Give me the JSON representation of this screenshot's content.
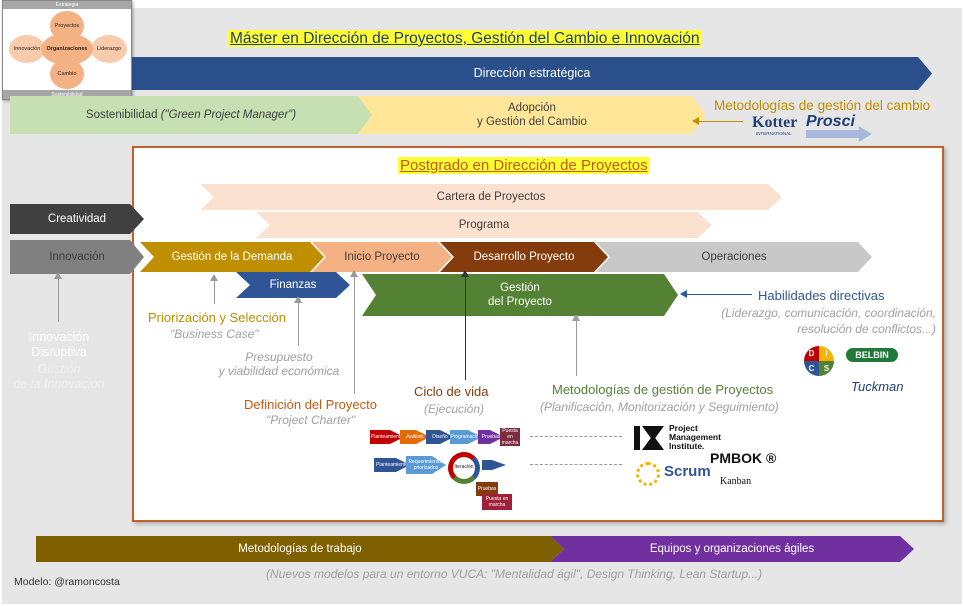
{
  "title": "Máster en Dirección de Proyectos, Gestión del Cambio e Innovación",
  "thumbnail": {
    "top": "Estrategia",
    "bottom": "Sostenibilidad",
    "center": "Organizaciones",
    "nodes": [
      "Proyectos",
      "Innovación",
      "Liderazgo",
      "Cambio"
    ]
  },
  "outer": {
    "direccion_estrategica": "Dirección estratégica",
    "sostenibilidad": "Sostenibilidad",
    "sostenibilidad_italic": "(\"Green Project Manager\")",
    "adopcion": "Adopción\ny Gestión del Cambio",
    "metodologias_cambio": "Metodologías de gestión del cambio",
    "kotter": "Kotter",
    "kotter_sub": "INTERNATIONAL",
    "prosci": "Prosci"
  },
  "postgrado": {
    "title": "Postgrado en Dirección de Proyectos",
    "cartera": "Cartera de Proyectos",
    "programa": "Programa",
    "creatividad": "Creatividad",
    "innovacion": "Innovación",
    "gestion_demanda": "Gestión de la Demanda",
    "inicio_proyecto": "Inicio Proyecto",
    "desarrollo_proyecto": "Desarrollo Proyecto",
    "operaciones": "Operaciones",
    "finanzas": "Finanzas",
    "gestion_proyecto": "Gestión\ndel Proyecto",
    "innovacion_disruptiva": "Innovación\nDisruptiva",
    "gestion_innovacion": "Gestión\nde la Innovación",
    "priorizacion": "Priorización y Selección",
    "business_case": "\"Business Case\"",
    "presupuesto": "Presupuesto\ny viabilidad económica",
    "definicion": "Definición del Proyecto",
    "project_charter": "\"Project Charter\"",
    "ciclo_vida": "Ciclo de vida",
    "ejecucion": "(Ejecución)",
    "metodologias_proyectos": "Metodologías de gestión de Proyectos",
    "planificacion": "(Planificación, Monitorización y Seguimiento)",
    "habilidades": "Habilidades directivas",
    "habilidades_detalle": "(Liderazgo, comunicación, coordinación,\nresolución de conflictos...)",
    "belbin": "BELBIN",
    "tuckman": "Tuckman",
    "disc": [
      "D",
      "I",
      "C",
      "S"
    ],
    "pmi": "Project\nManagement\nInstitute.",
    "pmbok": "PMBOK ®",
    "scrum": "Scrum",
    "kanban": "Kanban",
    "iteracion": "Iteración",
    "ciclo_steps_1": [
      "Planteamiento",
      "Análisis",
      "Diseño",
      "Programación",
      "Pruebas",
      "Puesta en marcha"
    ],
    "ciclo_steps_2": [
      "Planteamiento",
      "Requerimientos priorizados"
    ],
    "ciclo_steps_3": [
      "Pruebas",
      "Puesta en marcha"
    ]
  },
  "bottom": {
    "metodologias_trabajo": "Metodologías de trabajo",
    "equipos": "Equipos y organizaciones ágiles",
    "nuevos_modelos": "(Nuevos modelos para un entorno VUCA: \"Mentalidad ágil\", Design Thinking, Lean Startup...)",
    "modelo": "Modelo: @ramoncosta"
  },
  "colors": {
    "navy": "#2b4f8a",
    "green_light": "#c6e0b4",
    "yellow_light": "#ffe699",
    "peach_light": "#fbe1d0",
    "dark_gray": "#404040",
    "mid_gray": "#808080",
    "light_gray": "#c8c8c8",
    "gold": "#bf8f00",
    "salmon": "#f4b183",
    "brown": "#843c0c",
    "blue": "#2f5597",
    "green_dark": "#548235",
    "olive": "#7f6000",
    "purple": "#7030a0",
    "orange_text": "#c55a11",
    "border_orange": "#c0622e"
  }
}
